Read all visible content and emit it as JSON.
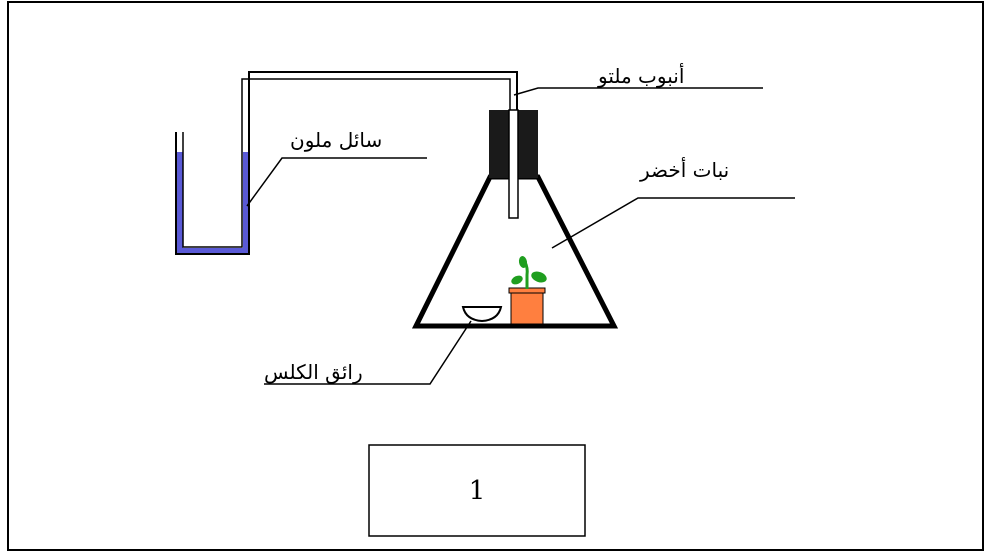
{
  "labels": {
    "tube": "أنبوب ملتو",
    "colored_liquid": "سائل ملون",
    "green_plant": "نبات أخضر",
    "limewater": "رائق الكلس"
  },
  "figure_number": "1",
  "colors": {
    "liquid": "#5a5ad6",
    "pot": "#ff7f3f",
    "leaf": "#1f9e1f",
    "stopper": "#1a1a1a",
    "line": "#000000"
  }
}
